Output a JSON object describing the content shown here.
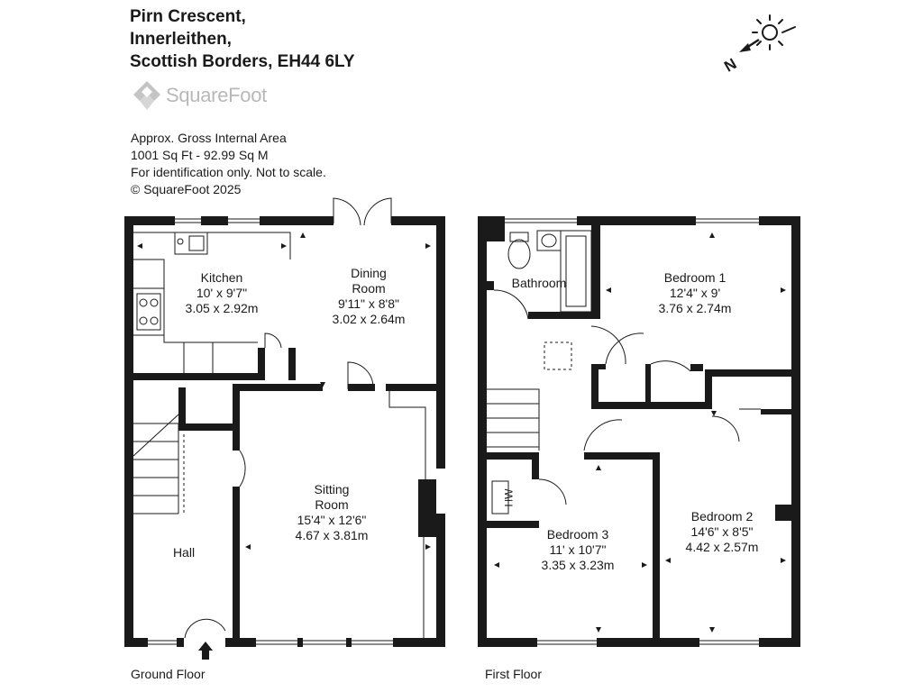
{
  "address": {
    "line1": "Pirn Crescent,",
    "line2": "Innerleithen,",
    "line3": "Scottish Borders, EH44 6LY"
  },
  "logo": {
    "text": "SquareFoot",
    "icon": "squarefoot-logo-icon"
  },
  "info": {
    "line1": "Approx. Gross Internal Area",
    "line2": "1001 Sq Ft  -  92.99 Sq M",
    "line3": "For identification only. Not to scale.",
    "line4": "© SquareFoot 2025"
  },
  "compass": {
    "letter": "N",
    "icon": "compass-sun-icon"
  },
  "ground_floor": {
    "label": "Ground Floor",
    "kitchen": {
      "name": "Kitchen",
      "imperial": "10' x 9'7\"",
      "metric": "3.05 x 2.92m"
    },
    "dining": {
      "name1": "Dining",
      "name2": "Room",
      "imperial": "9'11\" x 8'8\"",
      "metric": "3.02 x 2.64m"
    },
    "sitting": {
      "name1": "Sitting",
      "name2": "Room",
      "imperial": "15'4\" x 12'6\"",
      "metric": "4.67 x 3.81m"
    },
    "hall": {
      "name": "Hall"
    }
  },
  "first_floor": {
    "label": "First Floor",
    "bathroom": {
      "name": "Bathroom"
    },
    "bedroom1": {
      "name": "Bedroom 1",
      "imperial": "12'4\" x 9'",
      "metric": "3.76 x 2.74m"
    },
    "bedroom2": {
      "name": "Bedroom 2",
      "imperial": "14'6\" x 8'5\"",
      "metric": "4.42 x 2.57m"
    },
    "bedroom3": {
      "name": "Bedroom 3",
      "imperial": "11' x 10'7\"",
      "metric": "3.35 x 3.23m"
    },
    "hw": {
      "name": "HW"
    }
  },
  "colors": {
    "wall": "#1a1a1a",
    "logo": "#b8b8b8"
  }
}
